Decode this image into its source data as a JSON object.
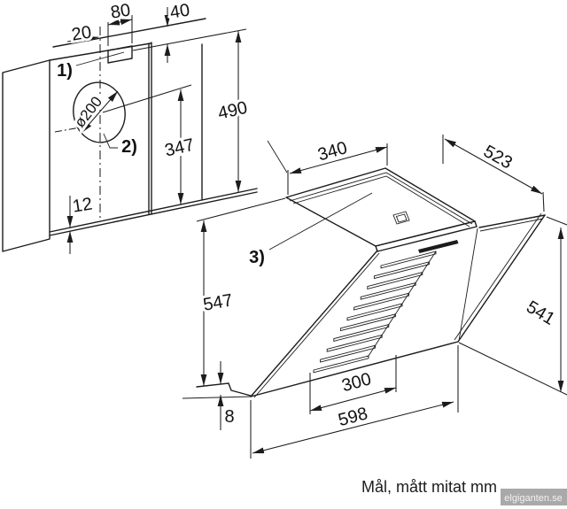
{
  "diagram": {
    "caption": "Mål, mått mitat mm",
    "watermark": "elgiganten.se",
    "wall_template_view": {
      "callout_bracket": "1)",
      "callout_duct": "2)",
      "dimensions_mm": {
        "bracket_side_offset": "20",
        "bracket_width": "80",
        "top_to_bracket": "40",
        "total_height": "490",
        "duct_center_to_bottom": "347",
        "bottom_edge_strip": "12",
        "duct_diameter": "ø200"
      }
    },
    "hood_view": {
      "callout_hood": "3)",
      "dimensions_mm": {
        "top_plate_width": "340",
        "total_depth": "523",
        "rear_height": "541",
        "front_height": "547",
        "glass_edge_offset": "8",
        "filter_area_width": "300",
        "total_width": "598"
      }
    }
  }
}
